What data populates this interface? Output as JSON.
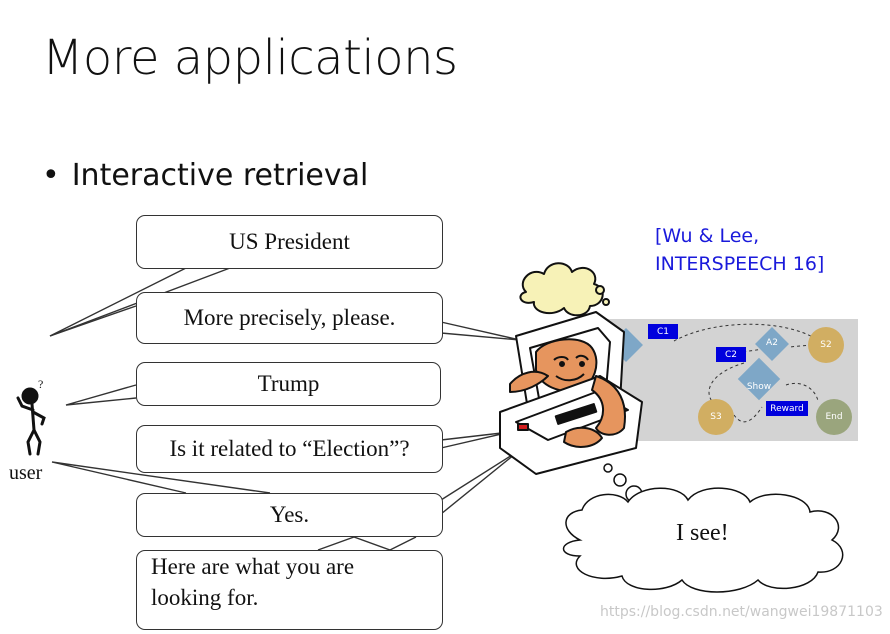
{
  "slide": {
    "title": "More applications",
    "bullet": "Interactive retrieval",
    "citation": {
      "line1": "[Wu & Lee,",
      "line2": "INTERSPEECH 16]"
    },
    "user_label": "user",
    "dialogue": [
      {
        "text": "US President"
      },
      {
        "text": "More precisely, please."
      },
      {
        "text": "Trump"
      },
      {
        "text": "Is it related to “Election”?"
      },
      {
        "text": "Yes."
      },
      {
        "line1": "Here are what you are",
        "line2": "looking for."
      }
    ],
    "thought": "I see!",
    "graph": {
      "nodes": [
        "C1",
        "C2",
        "A2",
        "S2",
        "Show",
        "Reward",
        "S3",
        "End"
      ]
    },
    "watermark": "https://blog.csdn.net/wangwei19871103"
  }
}
